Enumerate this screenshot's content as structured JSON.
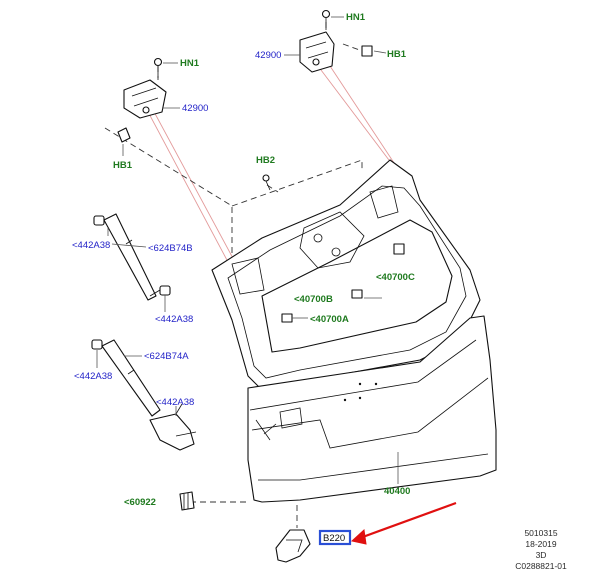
{
  "labels": {
    "hn1_top": "HN1",
    "hb1_top": "HB1",
    "p42900_top": "42900",
    "hn1_left": "HN1",
    "p42900_left": "42900",
    "hb1_left": "HB1",
    "hb2": "HB2",
    "p442a38_a": "<442A38",
    "p624b74b": "<624B74B",
    "p442a38_b": "<442A38",
    "p624b74a": "<624B74A",
    "p442a38_c": "<442A38",
    "p442a38_d": "<442A38",
    "p40700c": "<40700C",
    "p40700b": "<40700B",
    "p40700a": "<40700A",
    "p40400": "40400",
    "p60922": "<60922",
    "highlight_part": "B220"
  },
  "reference": {
    "line1": "5010315",
    "line2": "18-2019",
    "line3": "3D",
    "line4": "C0288821-01"
  },
  "colors": {
    "part_label": "#2323c8",
    "fastener_label": "#1f7a1f",
    "highlight_arrow": "#e01010",
    "highlight_box": "#2a4fd6"
  }
}
